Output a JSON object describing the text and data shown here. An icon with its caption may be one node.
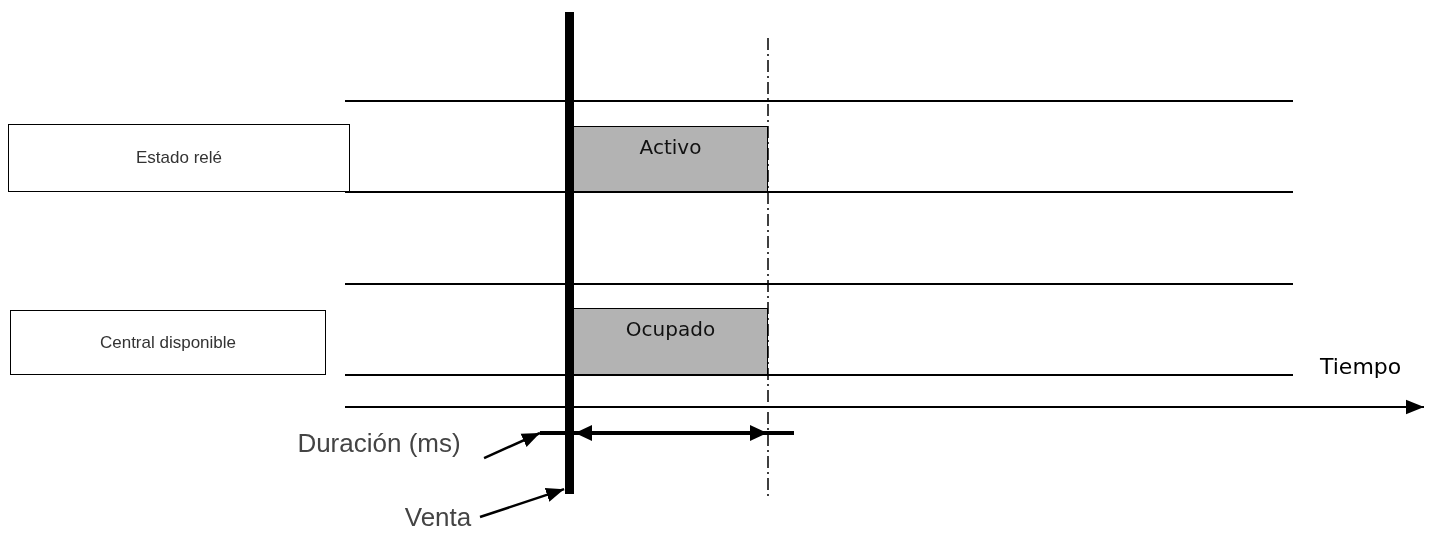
{
  "diagram": {
    "nodes": [
      {
        "text": [
          "Estado relé"
        ]
      },
      {
        "text": [
          "Activo"
        ]
      },
      {
        "text": [
          "Central disponible"
        ]
      },
      {
        "text": [
          "Ocupado"
        ]
      },
      {
        "text": [
          "Duración (ms)"
        ]
      },
      {
        "text": [
          "Venta"
        ]
      },
      {
        "text": [],
        "shape": "line"
      },
      {
        "text": [],
        "shape": "bar"
      }
    ],
    "edges": [
      {
        "from": 4,
        "to": 6,
        "arrow": "to"
      },
      {
        "from": 5,
        "to": 7,
        "arrow": "to"
      }
    ],
    "labels": [
      "Tiempo"
    ]
  }
}
